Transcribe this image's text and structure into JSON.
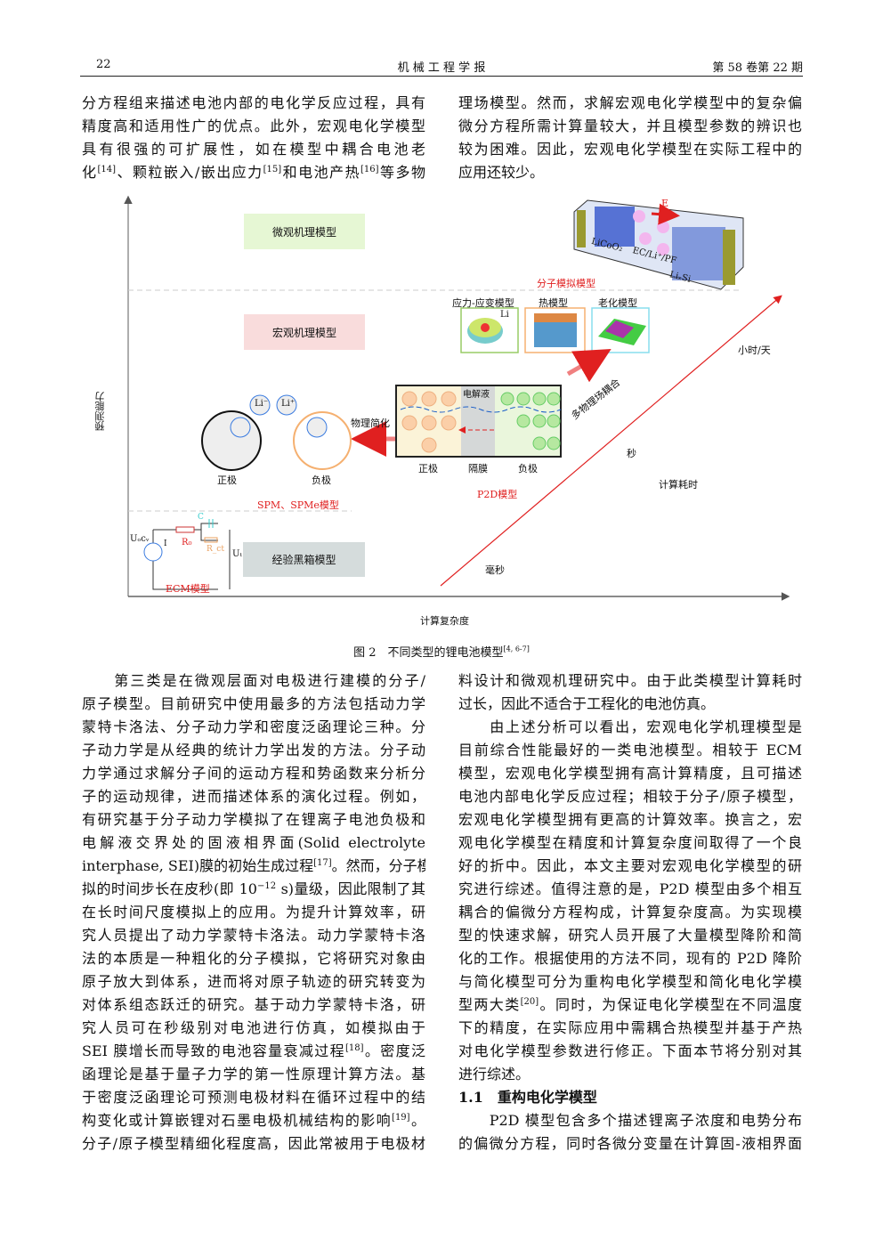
{
  "header": {
    "page_number": "22",
    "journal": "机 械 工 程 学 报",
    "issue": "第 58 卷第 22 期"
  },
  "top_left": [
    [
      "分方程组来描述电池内部的电化学反应过程，具有"
    ],
    [
      "精度高和适用性广的优点。此外，宏观电化学模型"
    ],
    [
      "具有很强的可扩展性，如在模型中耦合电池老"
    ],
    [
      "化",
      {
        "sup": "[14]"
      },
      "、颗粒嵌入/嵌出应力",
      {
        "sup": "[15]"
      },
      "和电池产热",
      {
        "sup": "[16]"
      },
      "等多物"
    ]
  ],
  "top_right": [
    [
      "理场模型。然而，求解宏观电化学模型中的复杂偏"
    ],
    [
      "微分方程所需计算量较大，并且模型参数的辨识也"
    ],
    [
      "较为困难。因此，宏观电化学模型在实际工程中的"
    ],
    [
      "应用还较少。"
    ]
  ],
  "figure": {
    "caption": "图 2　不同类型的锂电池模型",
    "caption_ref": "[4, 6-7]",
    "y_axis_label": "预测能力",
    "x_axis_label": "计算复杂度",
    "micro_box": "微观机理模型",
    "macro_box": "宏观机理模型",
    "empirical_box": "经验黑箱模型",
    "molecular_label": "分子模拟模型",
    "molecular_texts": [
      "LiCoO₂",
      "EC/Li⁺/PF",
      "LiₓSi",
      "E"
    ],
    "stress_label": "应力-应变模型",
    "thermal_label": "热模型",
    "aging_label": "老化模型",
    "li_label": "Li",
    "coupling_label": "多物理场耦合",
    "p2d_electrolyte": "电解液",
    "p2d_labels": [
      "正极",
      "隔膜",
      "负极"
    ],
    "p2d_model": "P2D模型",
    "simplify_label": "物理简化",
    "spm_labels": [
      "正极",
      "负极"
    ],
    "spm_model": "SPM、SPMe模型",
    "ion_labels": [
      "Li⁻",
      "Li⁺"
    ],
    "ecm_model": "ECM模型",
    "ecm_parts": [
      "Uₒcᵥ",
      "I",
      "R₀",
      "C",
      "R_ct",
      "Uₜ"
    ],
    "time_labels": {
      "hours": "小时/天",
      "seconds": "秒",
      "time_cost": "计算耗时",
      "ms": "毫秒"
    }
  },
  "bottom_left": [
    [
      "　　第三类是在微观层面对电极进行建模的分子/"
    ],
    [
      "原子模型。目前研究中使用最多的方法包括动力学"
    ],
    [
      "蒙特卡洛法、分子动力学和密度泛函理论三种。分"
    ],
    [
      "子动力学是从经典的统计力学出发的方法。分子动"
    ],
    [
      "力学通过求解分子间的运动方程和势函数来分析分"
    ],
    [
      "子的运动规律，进而描述体系的演化过程。例如，"
    ],
    [
      "有研究基于分子动力学模拟了在锂离子电池负极和"
    ],
    [
      "电解液交界处的固液相界面(Solid electrolyte"
    ],
    [
      "interphase, SEI)膜的初始生成过程",
      {
        "sup": "[17]"
      },
      "。然而，分子模"
    ],
    [
      "拟的时间步长在皮秒(即 10",
      {
        "sup": "−12"
      },
      " s)量级，因此限制了其"
    ],
    [
      "在长时间尺度模拟上的应用。为提升计算效率，研"
    ],
    [
      "究人员提出了动力学蒙特卡洛法。动力学蒙特卡洛"
    ],
    [
      "法的本质是一种粗化的分子模拟，它将研究对象由"
    ],
    [
      "原子放大到体系，进而将对原子轨迹的研究转变为"
    ],
    [
      "对体系组态跃迁的研究。基于动力学蒙特卡洛，研"
    ],
    [
      "究人员可在秒级别对电池进行仿真，如模拟由于"
    ],
    [
      "SEI 膜增长而导致的电池容量衰减过程",
      {
        "sup": "[18]"
      },
      "。密度泛"
    ],
    [
      "函理论是基于量子力学的第一性原理计算方法。基"
    ],
    [
      "于密度泛函理论可预测电极材料在循环过程中的结"
    ],
    [
      "构变化或计算嵌锂对石墨电极机械结构的影响",
      {
        "sup": "[19]"
      },
      "。"
    ],
    [
      "分子/原子模型精细化程度高，因此常被用于电极材"
    ]
  ],
  "bottom_right": [
    [
      "料设计和微观机理研究中。由于此类模型计算耗时"
    ],
    [
      "过长，因此不适合于工程化的电池仿真。"
    ],
    [
      "　　由上述分析可以看出，宏观电化学机理模型是"
    ],
    [
      "目前综合性能最好的一类电池模型。相较于 ECM"
    ],
    [
      "模型，宏观电化学模型拥有高计算精度，且可描述"
    ],
    [
      "电池内部电化学反应过程；相较于分子/原子模型，"
    ],
    [
      "宏观电化学模型拥有更高的计算效率。换言之，宏"
    ],
    [
      "观电化学模型在精度和计算复杂度间取得了一个良"
    ],
    [
      "好的折中。因此，本文主要对宏观电化学模型的研"
    ],
    [
      "究进行综述。值得注意的是，P2D 模型由多个相互"
    ],
    [
      "耦合的偏微分方程构成，计算复杂度高。为实现模"
    ],
    [
      "型的快速求解，研究人员开展了大量模型降阶和简"
    ],
    [
      "化的工作。根据使用的方法不同，现有的 P2D 降阶"
    ],
    [
      "与简化模型可分为重构电化学模型和简化电化学模"
    ],
    [
      "型两大类",
      {
        "sup": "[20]"
      },
      "。同时，为保证电化学模型在不同温度"
    ],
    [
      "下的精度，在实际应用中需耦合热模型并基于产热"
    ],
    [
      "对电化学模型参数进行修正。下面本节将分别对其"
    ],
    [
      "进行综述。"
    ],
    [
      "1.1　重构电化学模型"
    ],
    [
      "　　P2D 模型包含多个描述锂离子浓度和电势分布"
    ],
    [
      "的偏微分方程，同时各微分变量在计算固-液相界面"
    ]
  ],
  "last_lines": {
    "top_right": [
      3
    ],
    "bottom_right": [
      1,
      17,
      18
    ],
    "bottom_left": [],
    "top_left": []
  },
  "heading_lines": {
    "bottom_right": [
      18
    ]
  }
}
